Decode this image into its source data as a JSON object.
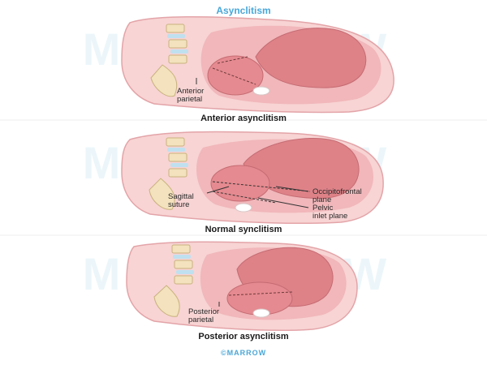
{
  "title": "Asynclitism",
  "watermark": "MARROW",
  "footer": "©MARROW",
  "panels": [
    {
      "caption": "Anterior asynclitism",
      "labels": {
        "anterior_parietal": "Anterior\nparietal"
      }
    },
    {
      "caption": "Normal synclitism",
      "labels": {
        "sagittal_suture": "Sagittal\nsuture",
        "occipitofrontal_plane": "Occipitofrontal\nplane",
        "pelvic_inlet_plane": "Pelvic\ninlet plane"
      }
    },
    {
      "caption": "Posterior asynclitism",
      "labels": {
        "posterior_parietal": "Posterior\nparietal"
      }
    }
  ],
  "colors": {
    "title": "#4aa7d8",
    "skin": "#f8d4d4",
    "skin_edge": "#e3a4a8",
    "uterus": "#eb9ea4",
    "fetus": "#de8288",
    "spine": "#f3e2bd",
    "disc": "#bfe0ef",
    "watermark": "#78bedc"
  }
}
